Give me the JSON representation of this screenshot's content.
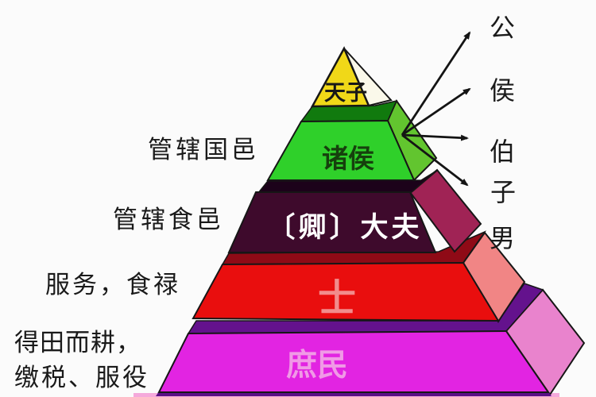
{
  "background_color": "#FBFBFB",
  "outline_color": "#161616",
  "arrow_color": "#141414",
  "pyramid": {
    "levels": [
      {
        "id": "tianzi",
        "label": "天子",
        "front_color": "#F0D818",
        "side_color": "#FAF8EA",
        "text_color": "#181818"
      },
      {
        "id": "zhuhou",
        "label": "诸侯",
        "front_color": "#2FD02A",
        "side_color": "#62C52F",
        "top_color": "#117A0E",
        "text_color": "#16400D",
        "annotation": "管辖国邑"
      },
      {
        "id": "qing-dafu",
        "label": "〔卿〕大夫",
        "front_color": "#3E0A2C",
        "side_color": "#A02355",
        "top_color": "#1C021A",
        "text_color": "#FFFFFF",
        "annotation": "管辖食邑"
      },
      {
        "id": "shi",
        "label": "士",
        "front_color": "#E90E0E",
        "side_color": "#F18585",
        "top_color": "#8F0A16",
        "text_color": "#F28C8C",
        "annotation": "服务，食禄"
      },
      {
        "id": "shumin",
        "label": "庶民",
        "front_color": "#E224E2",
        "side_color": "#E983CD",
        "top_color": "#64128D",
        "text_color": "#F09AE6",
        "annotation_line1": "得田而耕，",
        "annotation_line2": "缴税、服役"
      }
    ],
    "base_edge_color": "#5A0F85",
    "floor_color": "#F5A9DB"
  },
  "noble_ranks": {
    "items": [
      "公",
      "侯",
      "伯",
      "子",
      "男"
    ]
  }
}
